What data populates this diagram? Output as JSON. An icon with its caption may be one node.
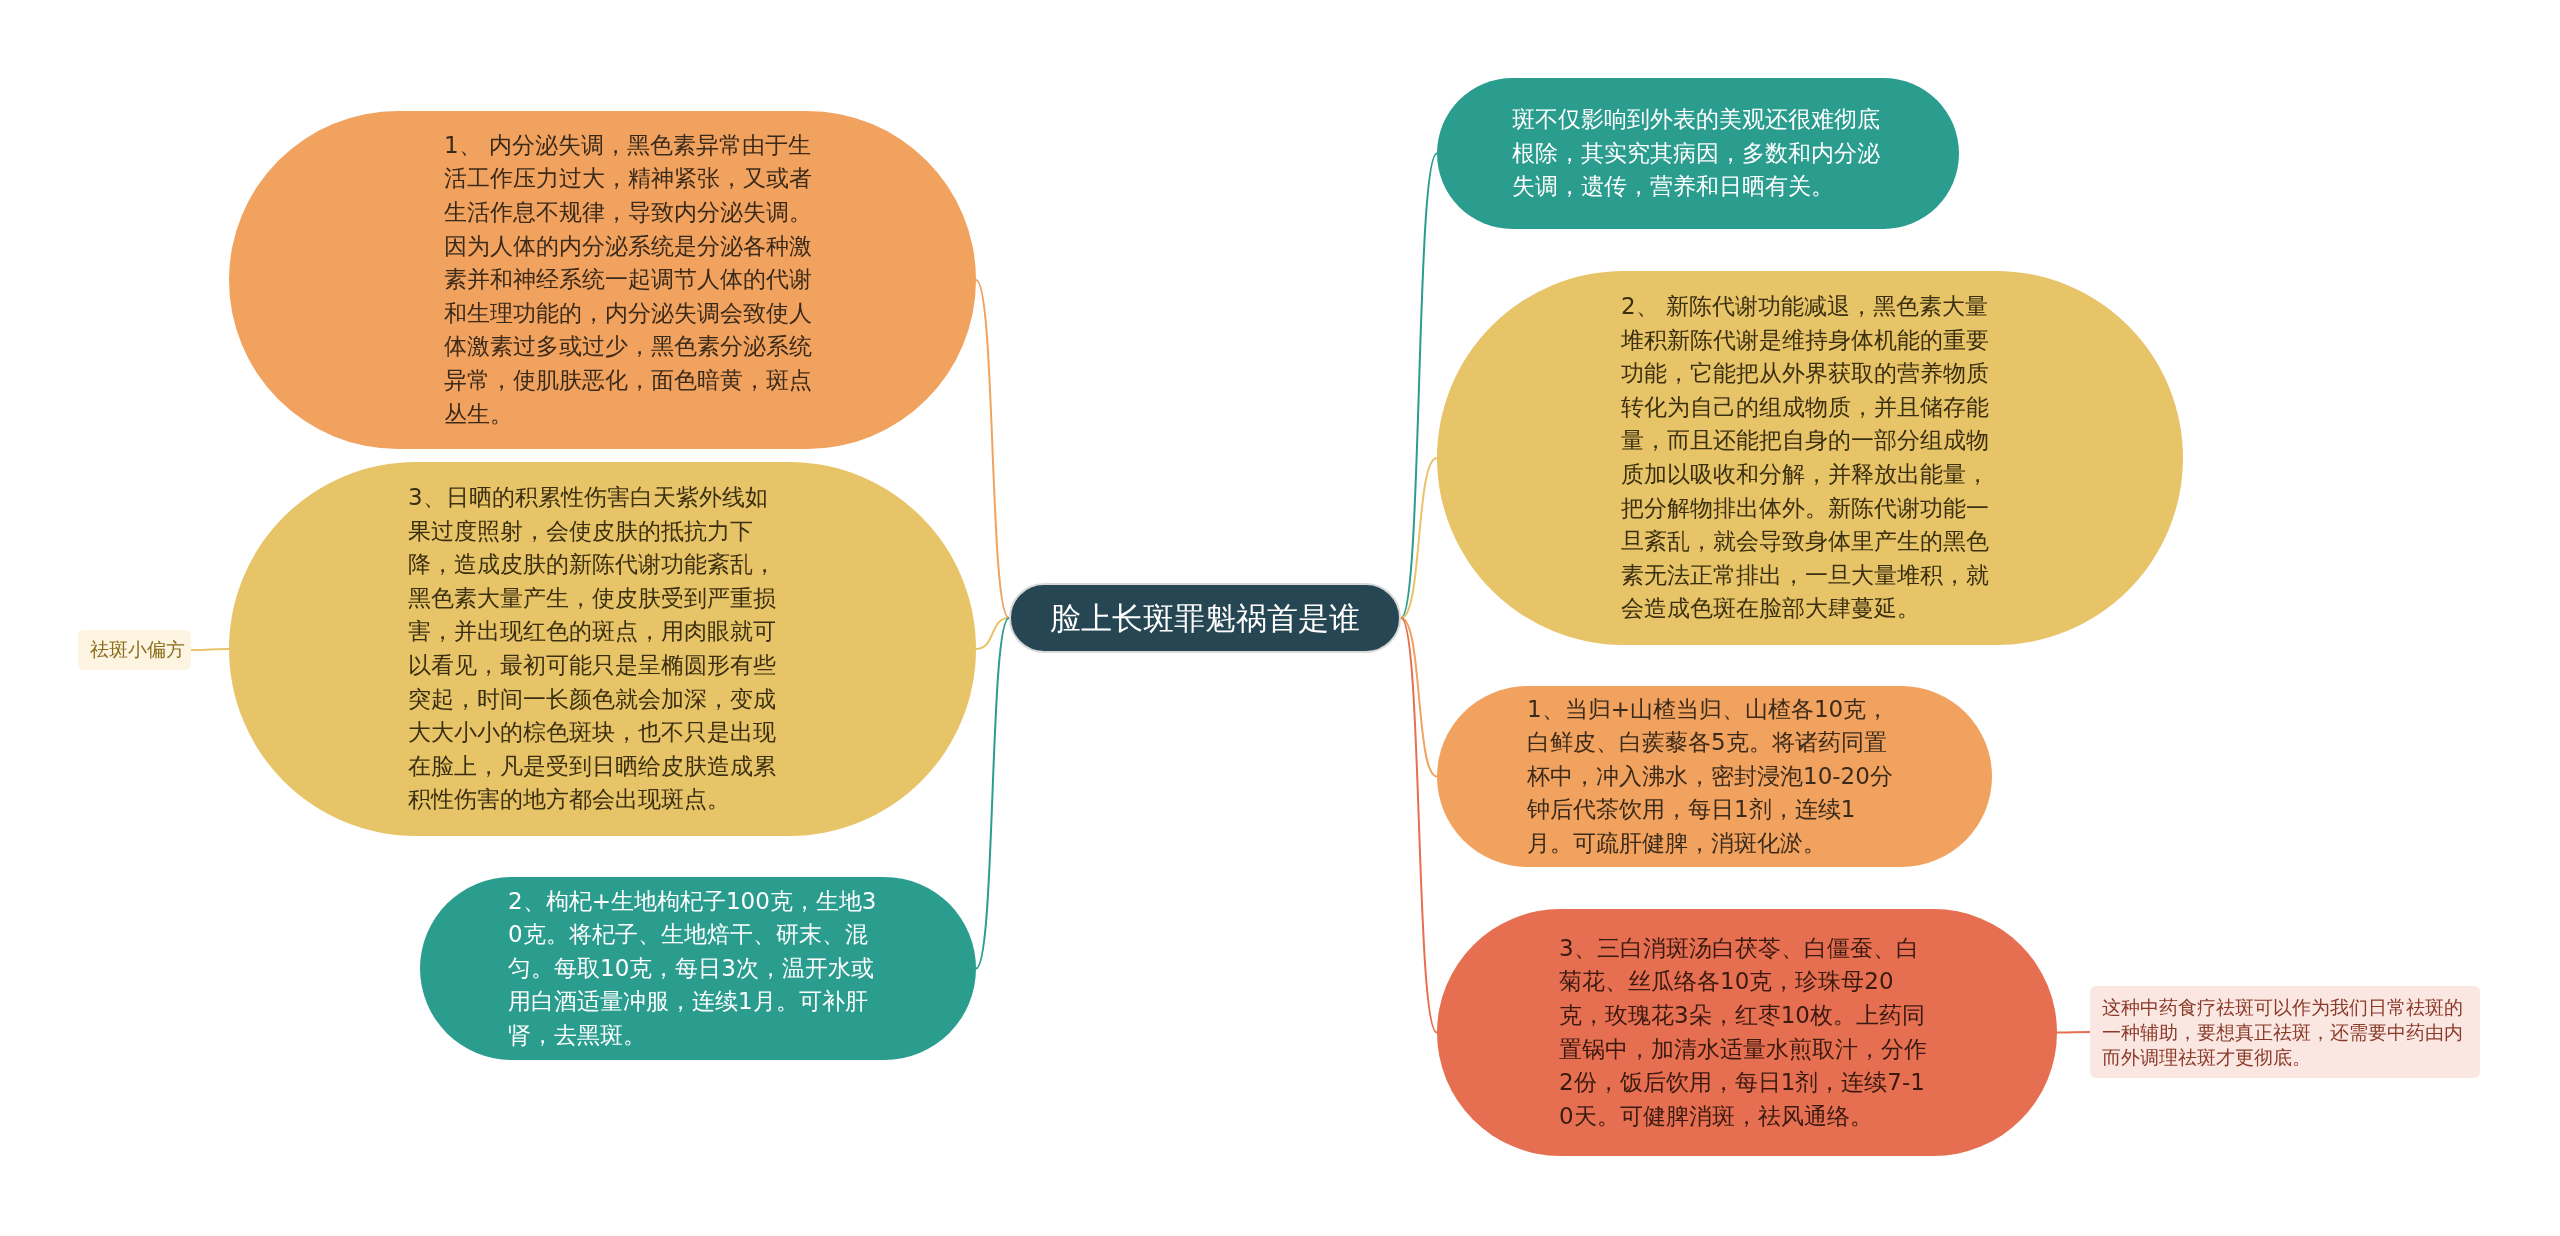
{
  "diagram": {
    "nodes": [
      {
        "text": [
          "脸上长斑罪魁祸首是谁"
        ]
      },
      {
        "text": [
          "1、 内分泌失调，黑色素异常由于生活工作压力过大，精神紧张，又或者生活作息不规律，导致内分泌失调。因为人体的内分泌系统是分泌各种激素并和神经系统一起调节人体的代谢和生理功能的，内分泌失调会致使人体激素过多或过少，黑色素分泌系统异常，使肌肤恶化，面色暗黄，斑点丛生。"
        ]
      },
      {
        "text": [
          "3、日晒的积累性伤害白天紫外线如果过度照射，会使皮肤的抵抗力下降，造成皮肤的新陈代谢功能紊乱，黑色素大量产生，使皮肤受到严重损害，并出现红色的斑点，用肉眼就可以看见，最初可能只是呈椭圆形有些突起，时间一长颜色就会加深，变成大大小小的棕色斑块，也不只是出现在脸上，凡是受到日晒给皮肤造成累积性伤害的地方都会出现斑点。"
        ]
      },
      {
        "text": [
          "2、枸杞+生地枸杞子100克，生地30克。将杞子、生地焙干、研末、混匀。每取10克，每日3次，温开水或用白酒适量冲服，连续1月。可补肝肾，去黑斑。"
        ]
      },
      {
        "text": [
          "斑不仅影响到外表的美观还很难彻底根除，其实究其病因，多数和内分泌失调，遗传，营养和日晒有关。"
        ]
      },
      {
        "text": [
          "2、 新陈代谢功能减退，黑色素大量堆积新陈代谢是维持身体机能的重要功能，它能把从外界获取的营养物质转化为自己的组成物质，并且储存能量，而且还能把自身的一部分组成物质加以吸收和分解，并释放出能量，把分解物排出体外。新陈代谢功能一旦紊乱，就会导致身体里产生的黑色素无法正常排出，一旦大量堆积，就会造成色斑在脸部大肆蔓延。"
        ]
      },
      {
        "text": [
          "1、当归+山楂当归、山楂各10克，白鲜皮、白蒺藜各5克。将诸药同置杯中，冲入沸水，密封浸泡10-20分钟后代茶饮用，每日1剂，连续1月。可疏肝健脾，消斑化淤。"
        ]
      },
      {
        "text": [
          "3、三白消斑汤白茯苓、白僵蚕、白菊花、丝瓜络各10克，珍珠母20克，玫瑰花3朵，红枣10枚。上药同置锅中，加清水适量水煎取汁，分作2份，饭后饮用，每日1剂，连续7-10天。可健脾消斑，祛风通络。"
        ]
      },
      {
        "text": [
          "祛斑小偏方"
        ]
      },
      {
        "text": [
          "这种中药食疗祛斑可以作为我们日常祛斑的一种辅助，要想真正祛斑，还需要中药由内而外调理祛斑才更彻底。"
        ]
      }
    ],
    "edges": [
      {
        "from": 0,
        "to": 1,
        "arrow": "none",
        "color": "#f2a25f"
      },
      {
        "from": 0,
        "to": 2,
        "arrow": "none",
        "color": "#e8c468"
      },
      {
        "from": 0,
        "to": 3,
        "arrow": "none",
        "color": "#2a9d8f"
      },
      {
        "from": 0,
        "to": 4,
        "arrow": "none",
        "color": "#2a9d8f"
      },
      {
        "from": 0,
        "to": 5,
        "arrow": "none",
        "color": "#e8c468"
      },
      {
        "from": 0,
        "to": 6,
        "arrow": "none",
        "color": "#f2a25f"
      },
      {
        "from": 0,
        "to": 7,
        "arrow": "none",
        "color": "#e76f51"
      },
      {
        "from": 2,
        "to": 8,
        "arrow": "none",
        "color": "#e8c468"
      },
      {
        "from": 7,
        "to": 9,
        "arrow": "none",
        "color": "#e76f51"
      }
    ]
  }
}
